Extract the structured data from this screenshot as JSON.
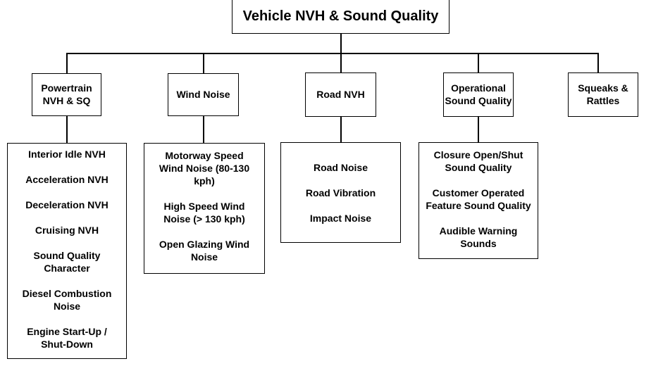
{
  "root": "Vehicle NVH & Sound Quality",
  "categories": [
    {
      "label": "Powertrain NVH & SQ",
      "items": [
        "Interior Idle NVH",
        "Acceleration NVH",
        "Deceleration NVH",
        "Cruising NVH",
        "Sound Quality Character",
        "Diesel Combustion Noise",
        "Engine Start-Up / Shut-Down"
      ]
    },
    {
      "label": "Wind Noise",
      "items": [
        "Motorway Speed Wind Noise (80-130 kph)",
        "High Speed Wind Noise (> 130 kph)",
        "Open Glazing Wind Noise"
      ]
    },
    {
      "label": "Road NVH",
      "items": [
        "Road Noise",
        "Road Vibration",
        "Impact Noise"
      ]
    },
    {
      "label": "Operational Sound Quality",
      "items": [
        "Closure Open/Shut Sound Quality",
        "Customer Operated Feature Sound Quality",
        "Audible Warning Sounds"
      ]
    },
    {
      "label": "Squeaks & Rattles",
      "items": []
    }
  ]
}
